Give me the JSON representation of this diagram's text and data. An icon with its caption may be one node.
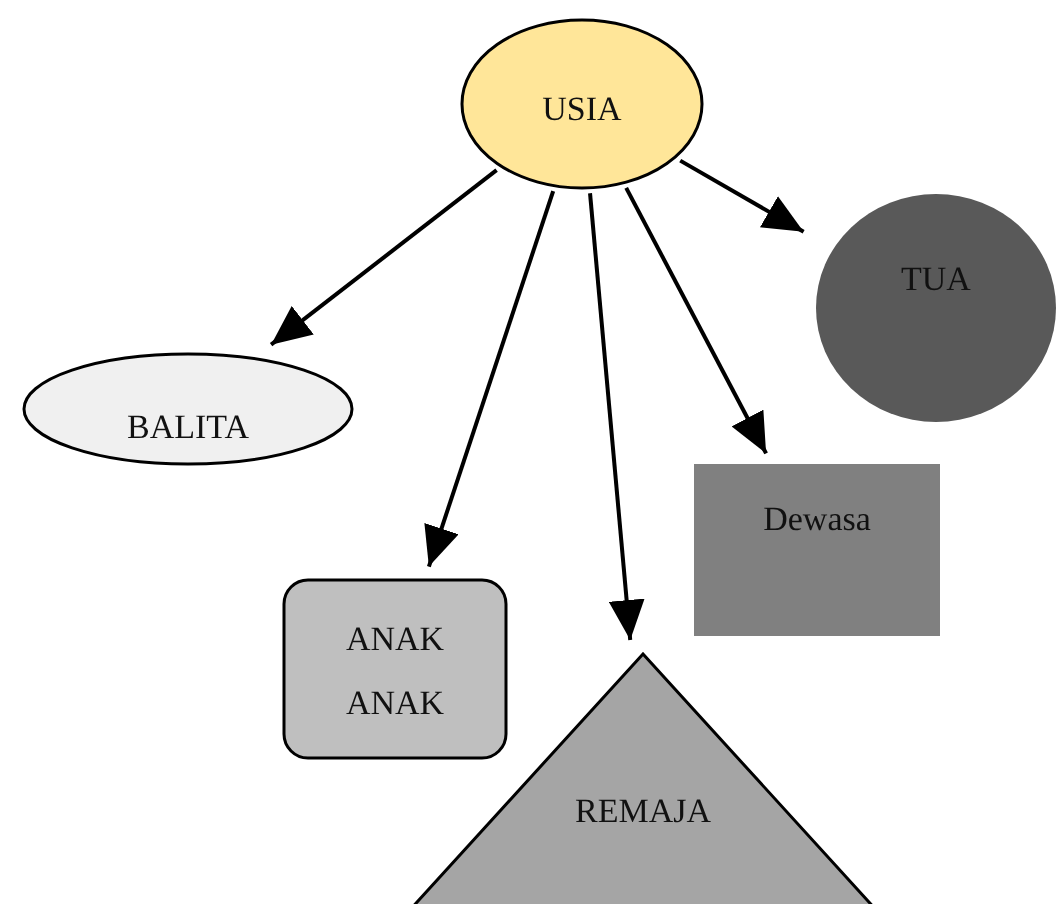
{
  "diagram": {
    "nodes": [
      {
        "text": [
          "USIA"
        ]
      },
      {
        "text": [
          "BALITA"
        ]
      },
      {
        "text": [
          "ANAK ANAK"
        ]
      },
      {
        "text": [
          "REMAJA"
        ]
      },
      {
        "text": [
          "Dewasa"
        ]
      },
      {
        "text": [
          "TUA"
        ]
      }
    ],
    "edges": [
      {
        "from": 0,
        "to": 1,
        "arrow": "to"
      },
      {
        "from": 0,
        "to": 2,
        "arrow": "to"
      },
      {
        "from": 0,
        "to": 3,
        "arrow": "to"
      },
      {
        "from": 0,
        "to": 4,
        "arrow": "to"
      },
      {
        "from": 0,
        "to": 5,
        "arrow": "to"
      }
    ]
  }
}
